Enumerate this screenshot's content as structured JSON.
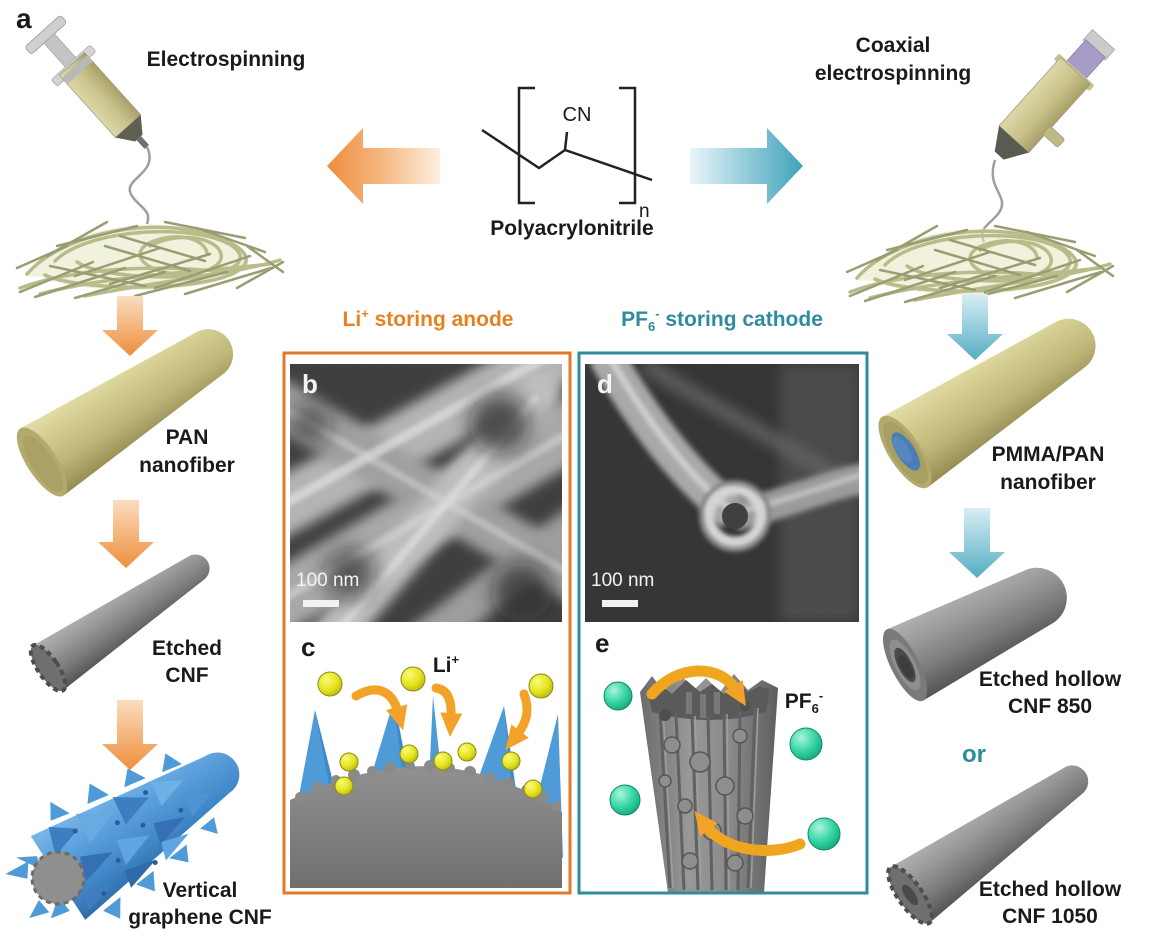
{
  "panel_labels": {
    "a": "a",
    "b": "b",
    "c": "c",
    "d": "d",
    "e": "e"
  },
  "left_column": {
    "title": "Electrospinning",
    "pan_nanofiber": {
      "line1": "PAN",
      "line2": "nanofiber"
    },
    "etched_cnf": {
      "line1": "Etched",
      "line2": "CNF"
    },
    "vertical_graphene_cnf": {
      "line1": "Vertical",
      "line2": "graphene CNF"
    }
  },
  "right_column": {
    "title": {
      "line1": "Coaxial",
      "line2": "electrospinning"
    },
    "pmma_pan_nanofiber": {
      "line1": "PMMA/PAN",
      "line2": "nanofiber"
    },
    "etched_hollow_cnf_850": {
      "line1": "Etched hollow",
      "line2": "CNF 850"
    },
    "or_label": "or",
    "etched_hollow_cnf_1050": {
      "line1": "Etched hollow",
      "line2": "CNF 1050"
    }
  },
  "molecule": {
    "side_group": "CN",
    "subscript": "n",
    "name": "Polyacrylonitrile"
  },
  "anode_panel": {
    "title": {
      "element": "Li",
      "sup": "+",
      "rest": " storing anode"
    },
    "sem_scale": "100 nm",
    "ion": {
      "element": "Li",
      "sup": "+"
    }
  },
  "cathode_panel": {
    "title": {
      "element": "PF",
      "sub": "6",
      "sup": "-",
      "rest": " storing cathode"
    },
    "sem_scale": "100 nm",
    "ion": {
      "element": "PF",
      "sub": "6",
      "sup": "-"
    }
  },
  "colors": {
    "anode_accent": "#E8801E",
    "cathode_accent": "#2E8C9E",
    "li_ion_yellow": "#E3E320",
    "pf6_ion_green": "#2FD1A0",
    "graphene_blue": "#4E9BD8",
    "pan_tan": "#C9C28A",
    "cnf_gray": "#7D7D7D",
    "arrow_orange": "#F0923F",
    "arrow_teal": "#4FA9BF"
  }
}
